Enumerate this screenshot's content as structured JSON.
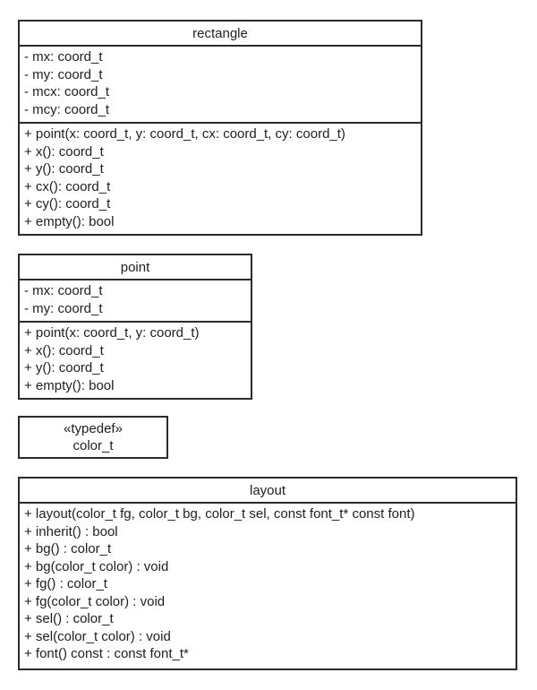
{
  "diagram": {
    "kind": "uml-class-diagram",
    "background_color": "#ffffff",
    "border_color": "#2b2b2b",
    "text_color": "#1e1e1e",
    "classes": [
      {
        "name": "rectangle",
        "attributes": [
          "- mx: coord_t",
          "- my: coord_t",
          "- mcx: coord_t",
          "- mcy: coord_t"
        ],
        "methods": [
          "+ point(x: coord_t, y: coord_t, cx: coord_t, cy: coord_t)",
          "+ x(): coord_t",
          "+ y(): coord_t",
          "+ cx(): coord_t",
          "+ cy(): coord_t",
          "+ empty(): bool"
        ]
      },
      {
        "name": "point",
        "attributes": [
          "- mx: coord_t",
          "- my: coord_t"
        ],
        "methods": [
          "+ point(x: coord_t, y: coord_t)",
          "+ x(): coord_t",
          "+ y(): coord_t",
          "+ empty(): bool"
        ]
      },
      {
        "stereotype": "«typedef»",
        "name": "color_t"
      },
      {
        "name": "layout",
        "methods": [
          "+ layout(color_t fg, color_t bg, color_t sel, const font_t* const font)",
          "+ inherit() : bool",
          "+ bg() : color_t",
          "+ bg(color_t color) : void",
          "+ fg() : color_t",
          "+ fg(color_t color) : void",
          "+ sel() : color_t",
          "+ sel(color_t color) : void",
          "+ font() const : const font_t*"
        ]
      }
    ]
  }
}
